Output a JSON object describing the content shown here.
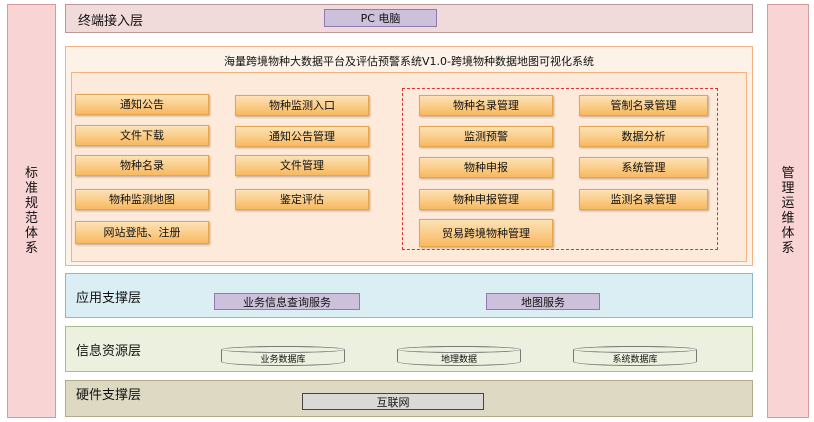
{
  "side_left": {
    "chars": [
      "标",
      "准",
      "规",
      "范",
      "体",
      "系"
    ]
  },
  "side_right": {
    "chars": [
      "管",
      "理",
      "运",
      "维",
      "体",
      "系"
    ]
  },
  "terminal": {
    "title": "终端接入层",
    "device": "PC 电脑"
  },
  "platform": {
    "title": "海量跨境物种大数据平台及评估预警系统V1.0-跨境物种数据地图可视化系统",
    "col1": [
      "通知公告",
      "文件下载",
      "物种名录",
      "物种监测地图",
      "网站登陆、注册"
    ],
    "col2": [
      "物种监测入口",
      "通知公告管理",
      "文件管理",
      "鉴定评估"
    ],
    "col3": [
      "物种名录管理",
      "监测预警",
      "物种申报",
      "物种申报管理",
      "贸易跨境物种管理"
    ],
    "col4": [
      "管制名录管理",
      "数据分析",
      "系统管理",
      "监测名录管理"
    ]
  },
  "app_layer": {
    "title": "应用支撑层",
    "services": [
      "业务信息查询服务",
      "地图服务"
    ]
  },
  "info_layer": {
    "title": "信息资源层",
    "databases": [
      "业务数据库",
      "地理数据",
      "系统数据库"
    ]
  },
  "hardware_layer": {
    "title": "硬件支撑层",
    "network": "互联网"
  }
}
